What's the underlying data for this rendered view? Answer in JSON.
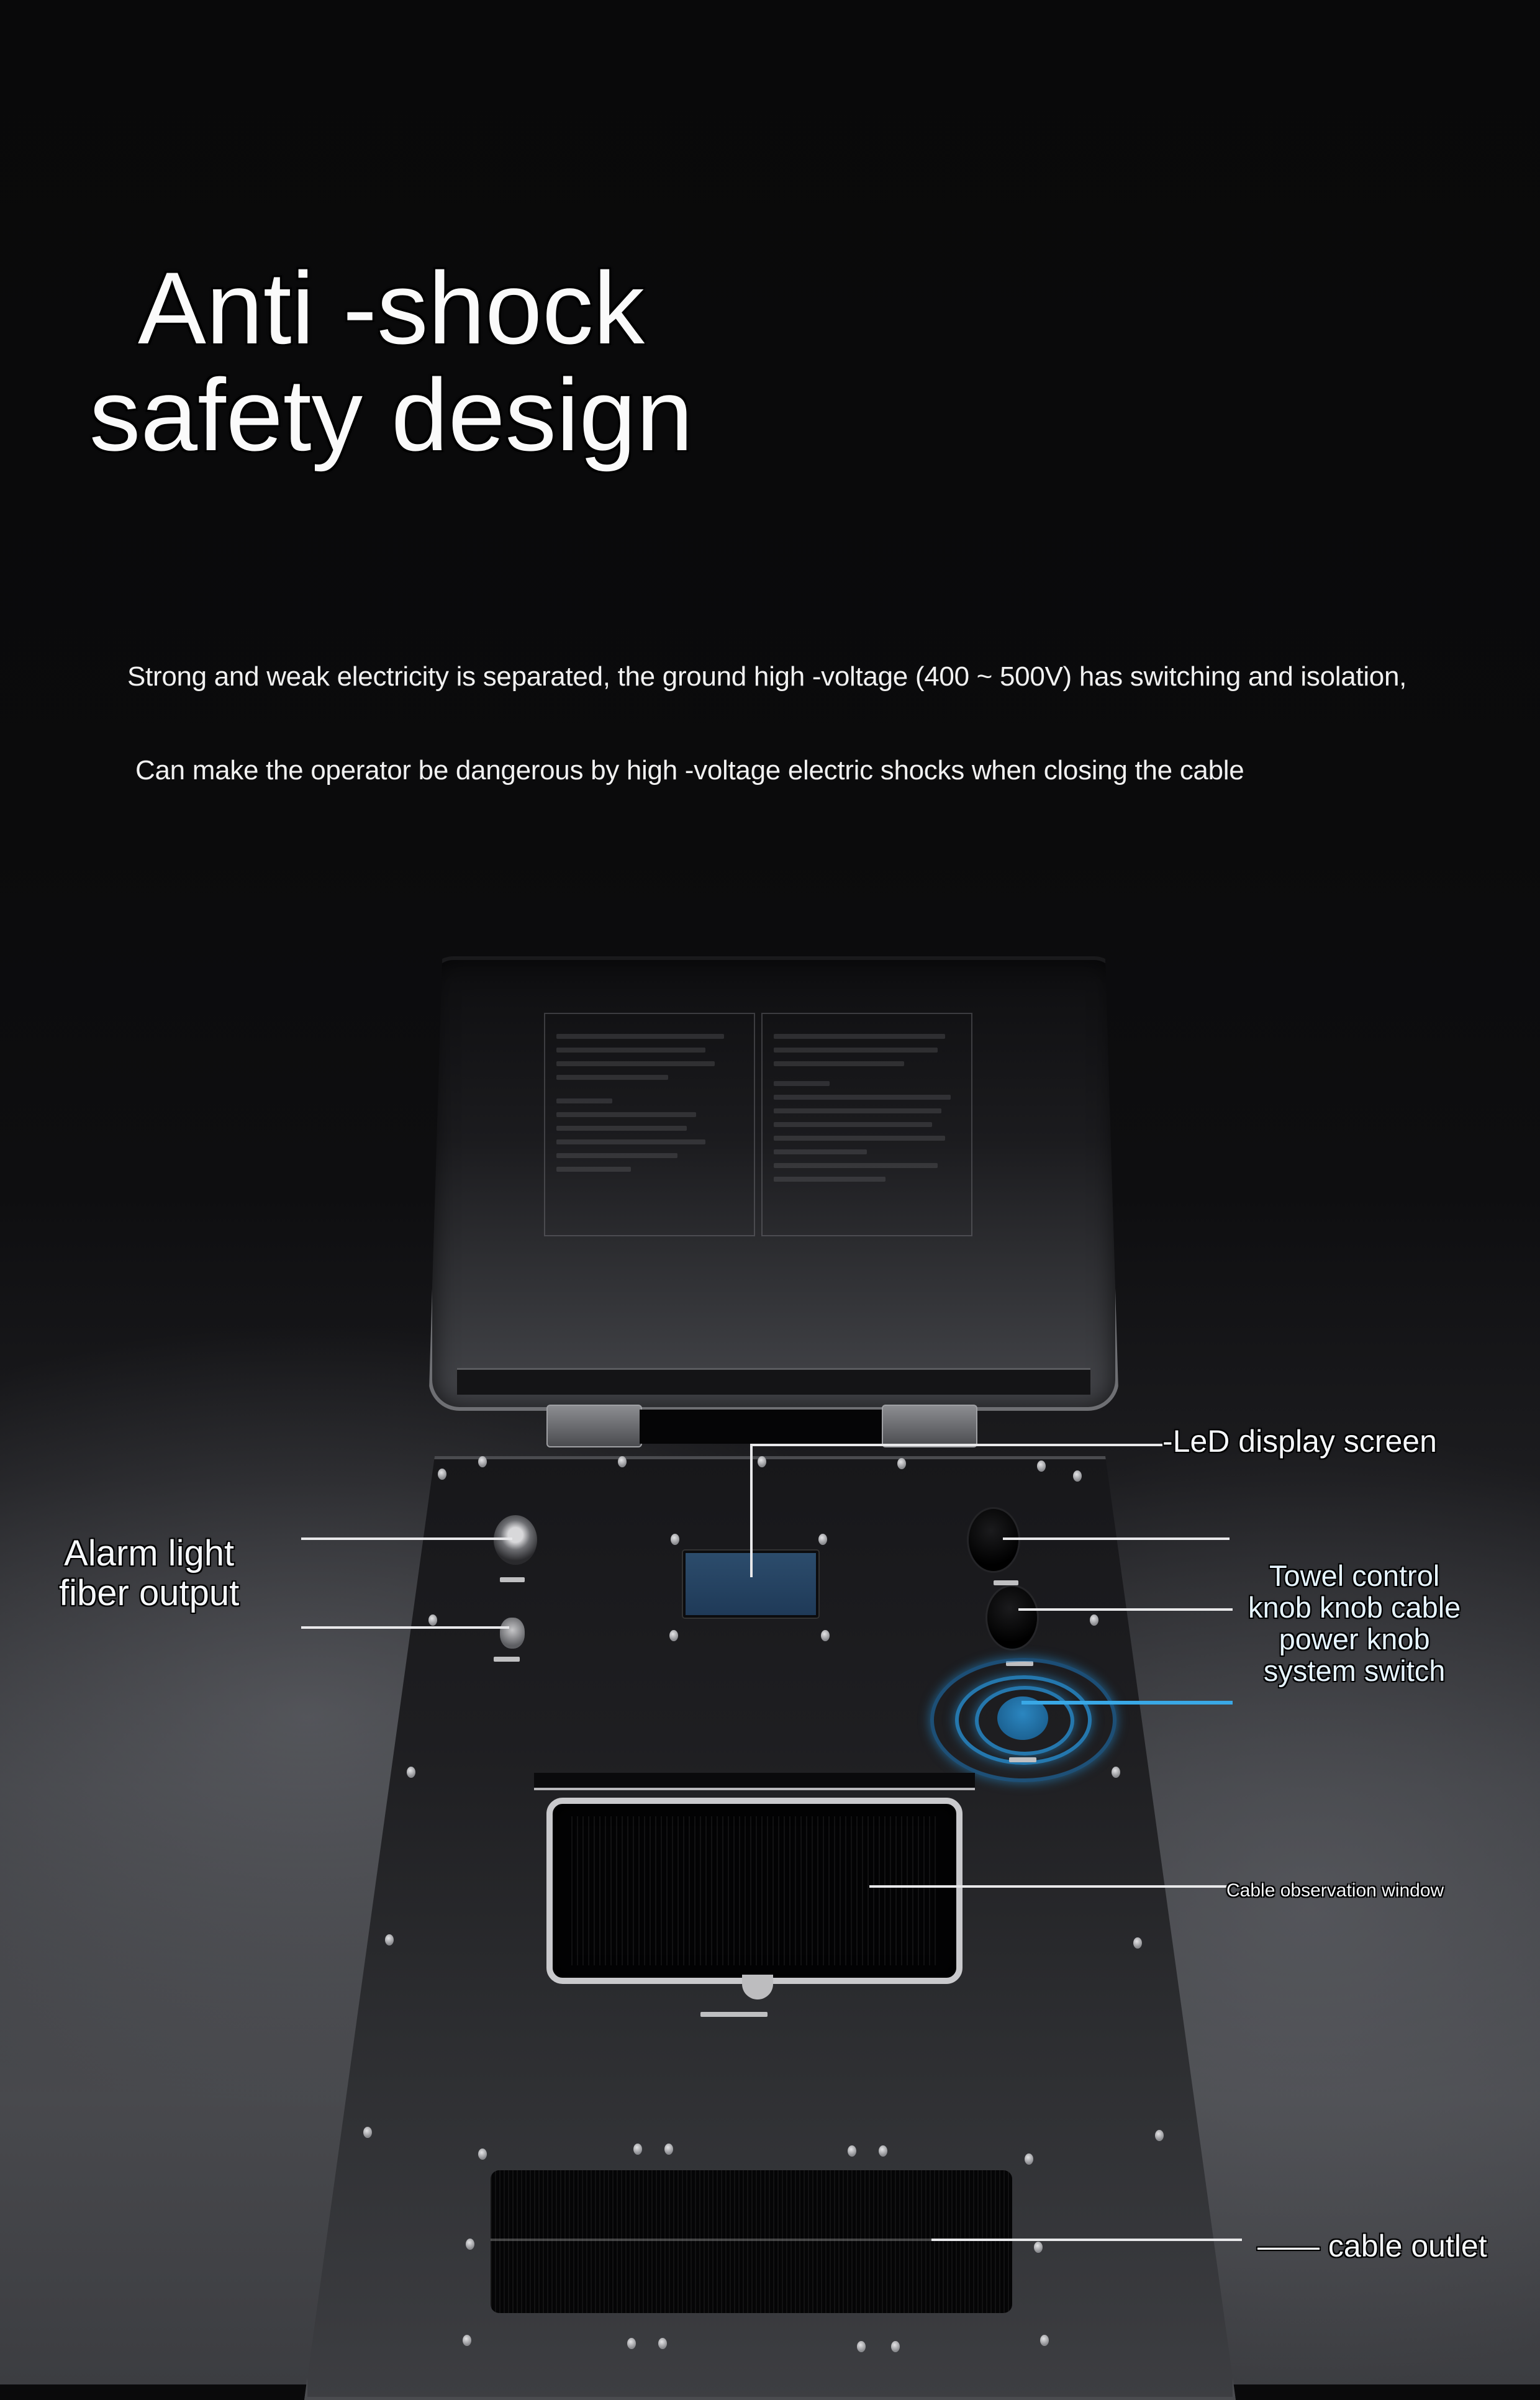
{
  "headline": {
    "line1": "Anti -shock",
    "line2": "safety design"
  },
  "description": {
    "line1": "Strong and weak electricity is separated, the ground high -voltage (400 ~ 500V) has switching and isolation,",
    "line2": "Can make the operator be dangerous by high -voltage electric shocks when closing the cable"
  },
  "callouts": {
    "led_display": "-LeD display screen",
    "alarm": [
      "Alarm light",
      "fiber output"
    ],
    "knobs": [
      "Towel control",
      "knob knob cable",
      "power knob",
      "system switch"
    ],
    "observation_window": "Cable observation window",
    "cable_outlet": "—— cable outlet"
  },
  "colors": {
    "background": "#0a0a0b",
    "highlight_blue": "#39a8e6",
    "text": "#f5f7fa",
    "lcd": "#2c4c6c"
  }
}
